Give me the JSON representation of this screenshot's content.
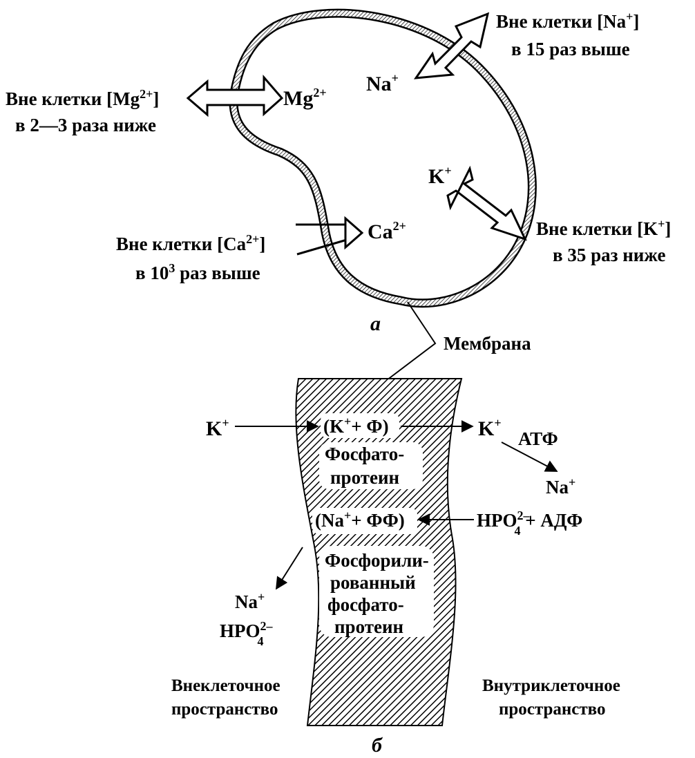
{
  "panel_a": {
    "label": "а",
    "na": {
      "outside_line1": "Вне клетки [Na",
      "outside_sup": "+",
      "outside_close": "]",
      "outside_line2": "в 15 раз выше",
      "inside": "Na",
      "inside_sup": "+"
    },
    "mg": {
      "outside_line1": "Вне клетки [Mg",
      "outside_sup": "2+",
      "outside_close": "]",
      "outside_line2": "в 2—3 раза ниже",
      "inside": "Mg",
      "inside_sup": "2+"
    },
    "k": {
      "outside_line1": "Вне клетки [K",
      "outside_sup": "+",
      "outside_close": "]",
      "outside_line2": "в 35 раз ниже",
      "inside": "K",
      "inside_sup": "+"
    },
    "ca": {
      "outside_line1": "Вне клетки [Ca",
      "outside_sup": "2+",
      "outside_close": "]",
      "outside_line2_pre": "в 10",
      "outside_line2_sup": "3",
      "outside_line2_post": " раз выше",
      "inside": "Ca",
      "inside_sup": "2+"
    }
  },
  "membrane_label": "Мембрана",
  "panel_b": {
    "label": "б",
    "k_out": "K",
    "k_out_sup": "+",
    "complex1_pre": "(K",
    "complex1_sup": "+",
    "complex1_post": "+ Ф)",
    "k_in": "K",
    "k_in_sup": "+",
    "atp": "АТФ",
    "na_in": "Na",
    "na_in_sup": "+",
    "protein1_line1": "Фосфато-",
    "protein1_line2": "протеин",
    "complex2_pre": "(Na",
    "complex2_sup": "+",
    "complex2_post": "+ ФФ)",
    "hpo_adp_pre": "HPO",
    "hpo_adp_sup": "2–",
    "hpo_adp_sub": "4",
    "hpo_adp_post": " + АДФ",
    "protein2_line1": "Фосфорили-",
    "protein2_line2": "рованный",
    "protein2_line3": "фосфато-",
    "protein2_line4": "протеин",
    "na_out": "Na",
    "na_out_sup": "+",
    "hpo_out": "HPO",
    "hpo_out_sup": "2–",
    "hpo_out_sub": "4",
    "extracellular_line1": "Внеклеточное",
    "extracellular_line2": "пространство",
    "intracellular_line1": "Внутриклеточное",
    "intracellular_line2": "пространство"
  }
}
